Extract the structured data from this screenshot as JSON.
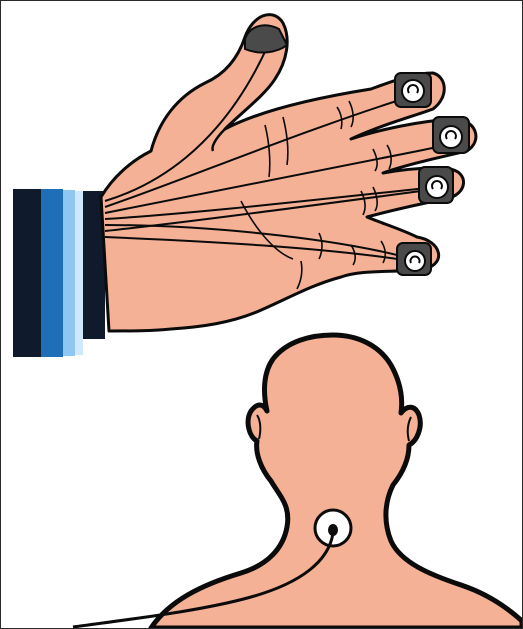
{
  "figure": {
    "subjects": [
      "hand-with-finger-electrodes",
      "neck-with-electrode"
    ],
    "colors": {
      "background": "#ffffff",
      "skin": "#f4b196",
      "outline": "#0b0b0b",
      "electrode_cuff": "#4a4a4a",
      "electrode_pad": "#ffffff",
      "sleeve_dark": "#0f1a2c",
      "sleeve_mid": "#1e6fb8",
      "sleeve_light": "#8fc6f2",
      "sleeve_pale": "#cfe8fb"
    },
    "electrodes": {
      "finger_count": 5,
      "neck_count": 1
    }
  }
}
